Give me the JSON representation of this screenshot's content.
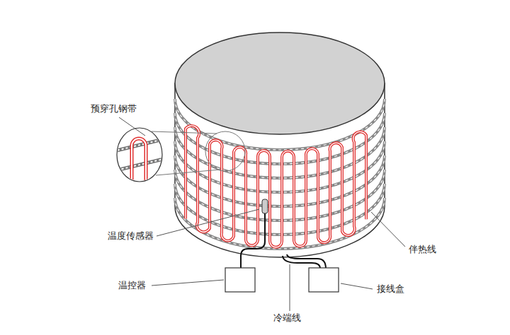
{
  "diagram": {
    "labels": [
      "预穿孔钢带",
      "温度传感器",
      "温控器",
      "冷端线",
      "伴热线",
      "接线盒"
    ]
  }
}
